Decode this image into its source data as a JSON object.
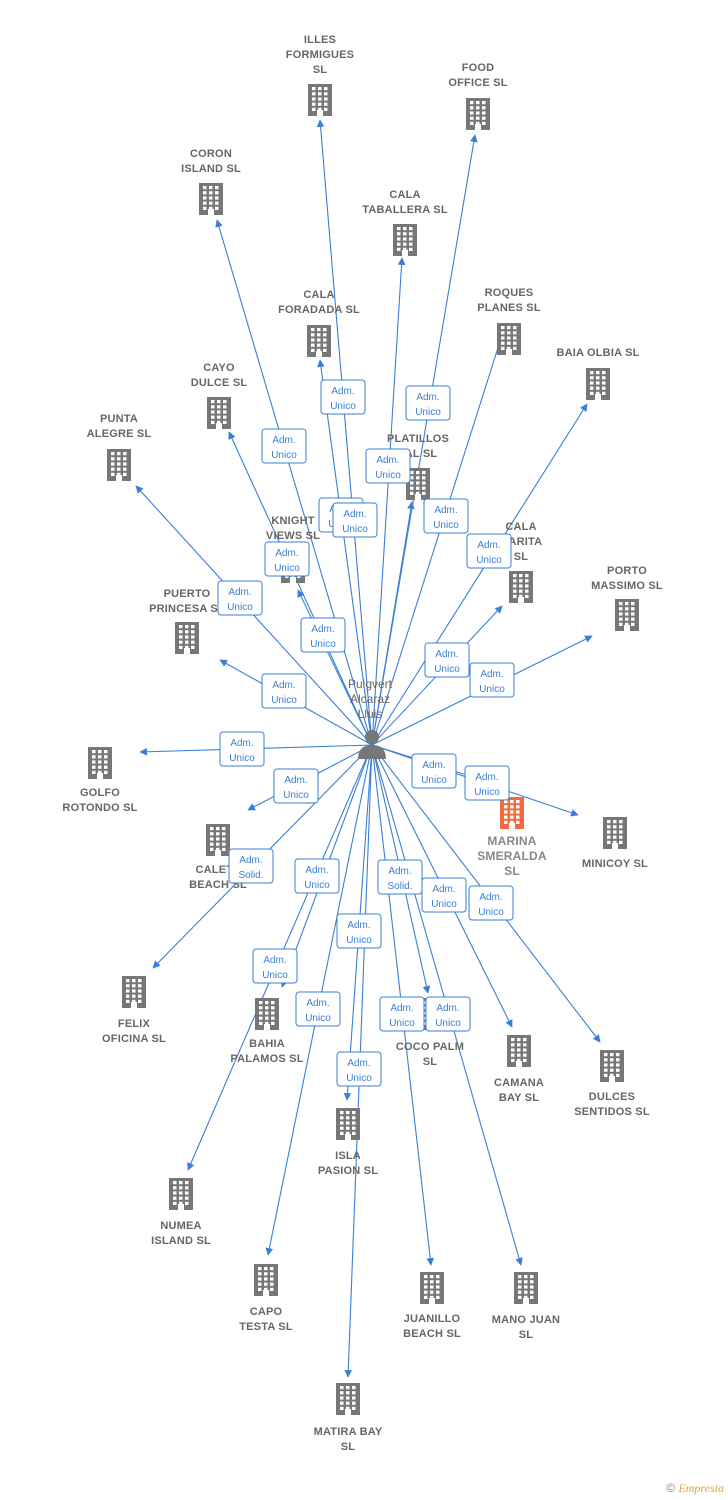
{
  "colors": {
    "edge": "#3a7fd5",
    "building": "#777777",
    "highlight": "#f26a3d",
    "label": "#666666"
  },
  "center": {
    "name": "Puigvert Alcaraz Lluis",
    "lines": [
      "Puigvert",
      "Alcaraz",
      "Lluis"
    ],
    "icon": "person-icon"
  },
  "companies": [
    {
      "id": "illes-formigues",
      "lines": [
        "ILLES",
        "FORMIGUES",
        "SL"
      ],
      "badge": [
        "Adm.",
        "Unico"
      ]
    },
    {
      "id": "food-office",
      "lines": [
        "FOOD",
        "OFFICE  SL"
      ],
      "badge": [
        "Adm.",
        "Unico"
      ]
    },
    {
      "id": "coron-island",
      "lines": [
        "CORON",
        "ISLAND  SL"
      ],
      "badge": [
        "Adm.",
        "Unico"
      ]
    },
    {
      "id": "cala-taballera",
      "lines": [
        "CALA",
        "TABALLERA  SL"
      ],
      "badge": [
        "Adm.",
        "Unico"
      ]
    },
    {
      "id": "cala-foradada",
      "lines": [
        "CALA",
        "FORADADA  SL"
      ],
      "badge": [
        "Adm.",
        "Unico"
      ]
    },
    {
      "id": "roques-planes",
      "lines": [
        "ROQUES",
        "PLANES  SL"
      ],
      "badge": [
        "Adm.",
        "Unico"
      ]
    },
    {
      "id": "baia-olbia",
      "lines": [
        "BAIA OLBIA  SL"
      ],
      "badge": [
        "Adm.",
        "Unico"
      ]
    },
    {
      "id": "cayo-dulce",
      "lines": [
        "CAYO",
        "DULCE  SL"
      ],
      "badge": [
        "Adm.",
        "Unico"
      ]
    },
    {
      "id": "punta-alegre",
      "lines": [
        "PUNTA",
        "ALEGRE  SL"
      ],
      "badge": [
        "Adm.",
        "Unico"
      ]
    },
    {
      "id": "platillos",
      "lines": [
        "PLATILLOS",
        "TAL  SL"
      ],
      "badge": [
        "Adm.",
        "Unico"
      ]
    },
    {
      "id": "knight-views",
      "lines": [
        "KNIGHT",
        "VIEWS  SL"
      ],
      "badge": [
        "Adm.",
        "Unico"
      ]
    },
    {
      "id": "cala-garita",
      "lines": [
        "CALA",
        "GARITA",
        "SL"
      ],
      "badge": [
        "Adm.",
        "Unico"
      ]
    },
    {
      "id": "porto-massimo",
      "lines": [
        "PORTO",
        "MASSIMO  SL"
      ],
      "badge": [
        "Adm.",
        "Unico"
      ]
    },
    {
      "id": "puerto-princesa",
      "lines": [
        "PUERTO",
        "PRINCESA  SL"
      ],
      "badge": [
        "Adm.",
        "Unico"
      ]
    },
    {
      "id": "golfo-rotondo",
      "lines": [
        "GOLFO",
        "ROTONDO  SL"
      ],
      "badge": [
        "Adm.",
        "Unico"
      ]
    },
    {
      "id": "marina-smeralda",
      "lines": [
        "MARINA",
        "SMERALDA",
        "SL"
      ],
      "badge": [
        "Adm.",
        "Unico"
      ],
      "highlight": true
    },
    {
      "id": "minicoy",
      "lines": [
        "MINICOY  SL"
      ],
      "badge": [
        "Adm.",
        "Unico"
      ]
    },
    {
      "id": "caleta-beach",
      "lines": [
        "CALETA",
        "BEACH  SL"
      ],
      "badge": [
        "Adm.",
        "Unico"
      ]
    },
    {
      "id": "felix-oficina",
      "lines": [
        "FELIX",
        "OFICINA SL"
      ],
      "badge": [
        "Adm.",
        "Solid."
      ]
    },
    {
      "id": "bahia-palamos",
      "lines": [
        "BAHIA",
        "PALAMOS  SL"
      ],
      "badge": [
        "Adm.",
        "Unico"
      ]
    },
    {
      "id": "coco-palm",
      "lines": [
        "COCO PALM",
        "SL"
      ],
      "badge": [
        "Adm.",
        "Solid."
      ]
    },
    {
      "id": "camana-bay",
      "lines": [
        "CAMANA",
        "BAY  SL"
      ],
      "badge": [
        "Adm.",
        "Unico"
      ]
    },
    {
      "id": "dulces-sentidos",
      "lines": [
        "DULCES",
        "SENTIDOS  SL"
      ],
      "badge": [
        "Adm.",
        "Unico"
      ]
    },
    {
      "id": "isla-pasion",
      "lines": [
        "ISLA",
        "PASION  SL"
      ],
      "badge": [
        "Adm.",
        "Unico"
      ]
    },
    {
      "id": "numea-island",
      "lines": [
        "NUMEA",
        "ISLAND  SL"
      ],
      "badge": [
        "Adm.",
        "Unico"
      ]
    },
    {
      "id": "capo-testa",
      "lines": [
        "CAPO",
        "TESTA  SL"
      ],
      "badge": [
        "Adm.",
        "Unico"
      ]
    },
    {
      "id": "juanillo-beach",
      "lines": [
        "JUANILLO",
        "BEACH SL"
      ],
      "badge": [
        "Adm.",
        "Unico"
      ]
    },
    {
      "id": "mano-juan",
      "lines": [
        "MANO JUAN",
        "SL"
      ],
      "badge": [
        "Adm.",
        "Unico"
      ]
    },
    {
      "id": "matira-bay",
      "lines": [
        "MATIRA BAY",
        "SL"
      ],
      "badge": [
        "Adm.",
        "Unico"
      ]
    }
  ],
  "footer": {
    "copyright": "©",
    "brand": "Empresia"
  }
}
